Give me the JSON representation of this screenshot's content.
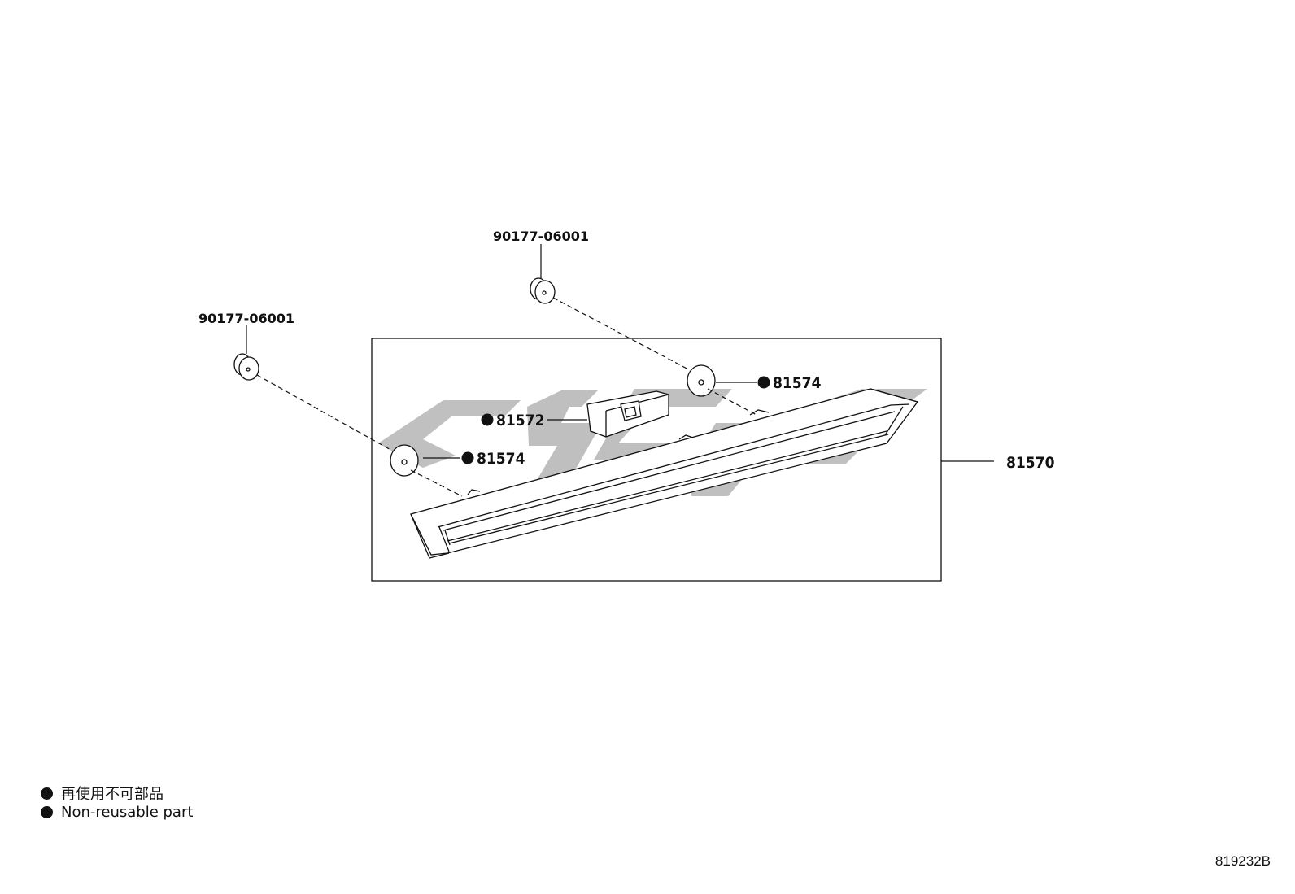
{
  "callouts": {
    "grommet_upper": "90177-06001",
    "grommet_left": "90177-06001",
    "seal_upper": "81574",
    "bracket": "81572",
    "seal_lower": "81574",
    "assembly": "81570"
  },
  "legend": {
    "jp": "再使用不可部品",
    "en": "Non-reusable part"
  },
  "figure_id": "819232B",
  "colors": {
    "line": "#111111",
    "watermark": "#b8b8b8"
  }
}
